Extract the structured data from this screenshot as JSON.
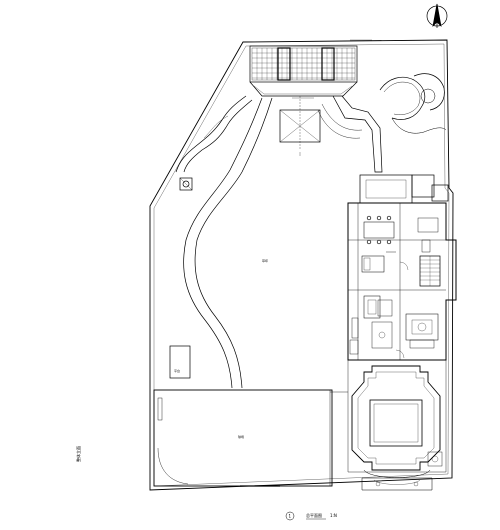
{
  "drawing": {
    "side_label": "整体立面",
    "caption_number": "1",
    "caption_title": "总平面图",
    "caption_scale": "1:N",
    "north_arrow": "north-arrow-icon"
  },
  "room_labels": {
    "lawn": "草坪",
    "court": "球场",
    "pad": "平台"
  },
  "colors": {
    "line": "#000000",
    "background": "#ffffff"
  }
}
